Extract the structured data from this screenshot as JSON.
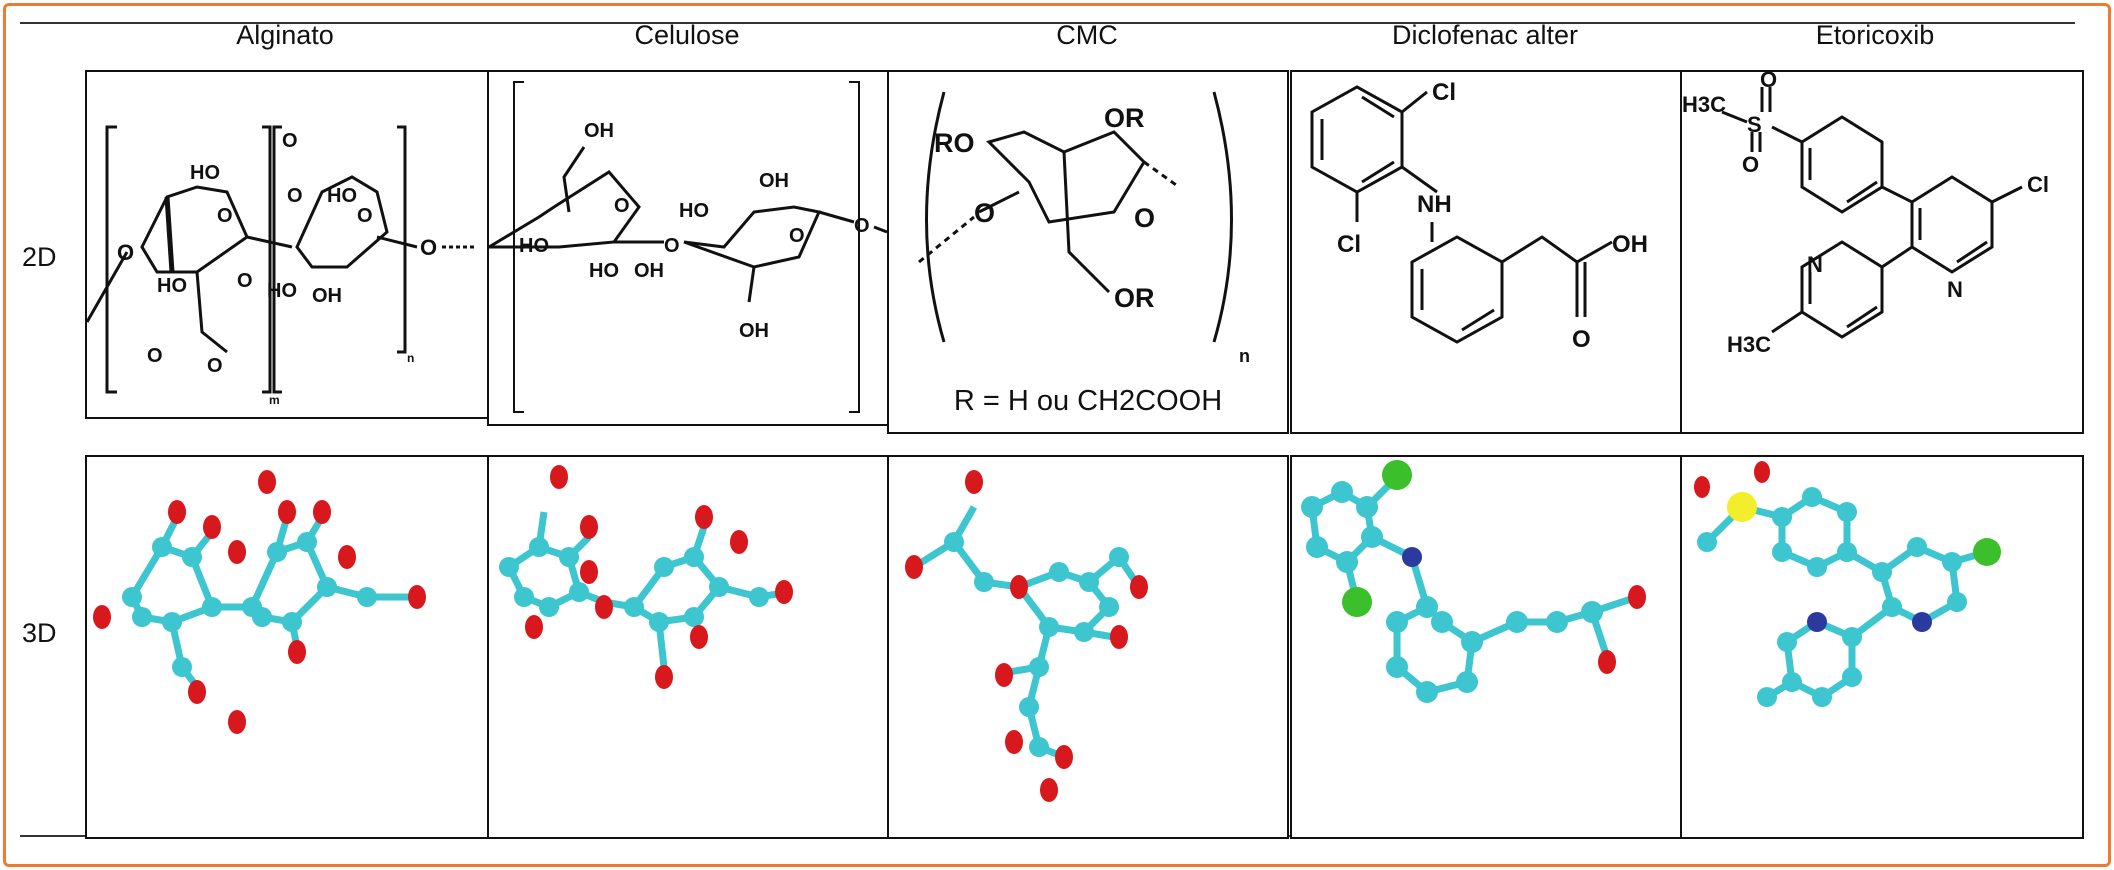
{
  "columns": [
    {
      "label": "Alginato"
    },
    {
      "label": "Celulose"
    },
    {
      "label": "CMC"
    },
    {
      "label": "Diclofenac alter"
    },
    {
      "label": "Etoricoxib"
    }
  ],
  "rows": [
    {
      "label": "2D"
    },
    {
      "label": "3D"
    }
  ],
  "cmc_note": "R = H ou CH2COOH",
  "colors": {
    "border": "#ee7b2f",
    "carbon": "#3dc6cf",
    "oxygen": "#d7191e",
    "nitrogen": "#2b3a9e",
    "chlorine": "#3bbf2b",
    "sulfur": "#f2ee2b"
  }
}
